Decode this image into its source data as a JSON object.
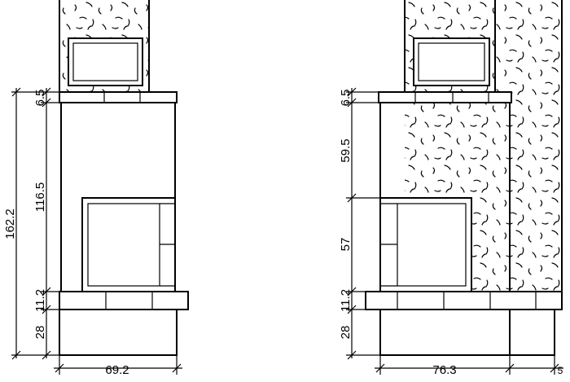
{
  "elevations": {
    "left": {
      "dims": {
        "overall_height": "162.2",
        "mantel": "6.5",
        "body": "116.5",
        "hearth": "11.2",
        "base": "28",
        "width": "69.2"
      }
    },
    "right": {
      "dims": {
        "mantel": "6.5",
        "upper": "59.5",
        "opening": "57",
        "hearth": "11.2",
        "base": "28",
        "width": "76.3",
        "side": "5"
      }
    }
  }
}
